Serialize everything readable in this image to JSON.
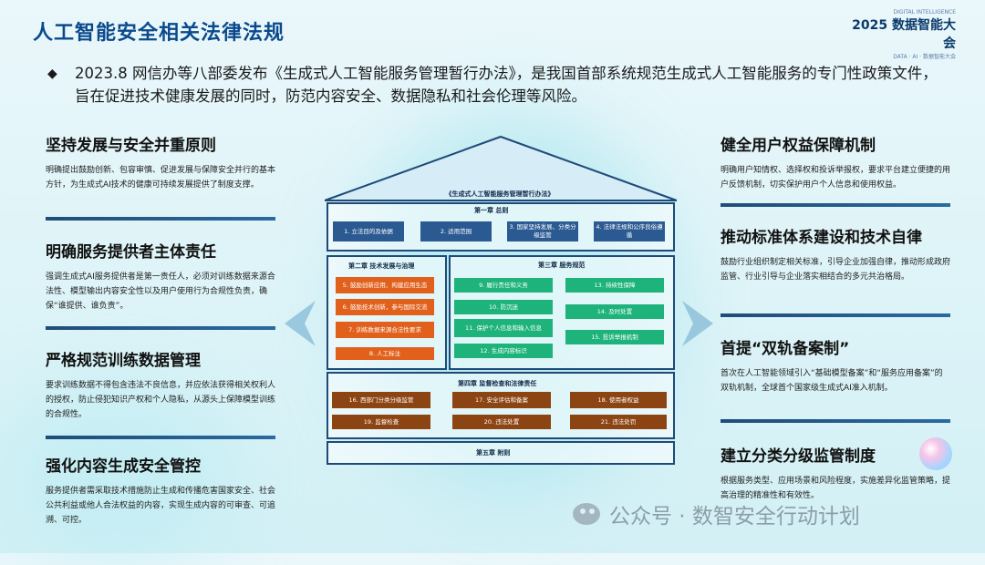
{
  "page": {
    "title": "人工智能安全相关法律法规"
  },
  "logo": {
    "top": "DIGITAL INTELLIGENCE",
    "main": "2025 数据智能大会",
    "sub": "DATA · AI · 数据智能大会"
  },
  "intro": {
    "bullet": "◆",
    "text": "2023.8 网信办等八部委发布《生成式人工智能服务管理暂行办法》，是我国首部系统规范生成式人工智能服务的专门性政策文件，旨在促进技术健康发展的同时，防范内容安全、数据隐私和社会伦理等风险。"
  },
  "left_items": [
    {
      "title": "坚持发展与安全并重原则",
      "desc": "明确提出鼓励创新、包容审慎、促进发展与保障安全并行的基本方针，为生成式AI技术的健康可持续发展提供了制度支撑。"
    },
    {
      "title": "明确服务提供者主体责任",
      "desc": "强调生成式AI服务提供者是第一责任人，必须对训练数据来源合法性、模型输出内容安全性以及用户使用行为合规性负责，确保“谁提供、谁负责”。"
    },
    {
      "title": "严格规范训练数据管理",
      "desc": "要求训练数据不得包含违法不良信息，并应依法获得相关权利人的授权，防止侵犯知识产权和个人隐私，从源头上保障模型训练的合规性。"
    },
    {
      "title": "强化内容生成安全管控",
      "desc": "服务提供者需采取技术措施防止生成和传播危害国家安全、社会公共利益或他人合法权益的内容，实现生成内容的可审查、可追溯、可控。"
    }
  ],
  "right_items": [
    {
      "title": "健全用户权益保障机制",
      "desc": "明确用户知情权、选择权和投诉举报权，要求平台建立便捷的用户反馈机制，切实保护用户个人信息和使用权益。"
    },
    {
      "title": "推动标准体系建设和技术自律",
      "desc": "鼓励行业组织制定相关标准，引导企业加强自律，推动形成政府监管、行业引导与企业落实相结合的多元共治格局。"
    },
    {
      "title": "首提“双轨备案制”",
      "desc": "首次在人工智能领域引入“基础模型备案”和“服务应用备案”的双轨机制，全球首个国家级生成式AI准入机制。"
    },
    {
      "title": "建立分类分级监管制度",
      "desc": "根据服务类型、应用场景和风险程度，实施差异化监管策略，提高治理的精准性和有效性。"
    }
  ],
  "diagram": {
    "roof_label": "《生成式人工智能服务管理暂行办法》",
    "ch1": {
      "title": "第一章  总则",
      "cells": [
        "1. 立法目的及依据",
        "2. 适用范围",
        "3. 国家坚持发展、分类分级监管",
        "4. 法律法规和公序良俗遵循"
      ]
    },
    "ch2": {
      "title": "第二章  技术发展与治理",
      "cells": [
        "5. 鼓励创新应用、构建应用生态",
        "6. 鼓励技术创新，参与国际交流",
        "7. 训练数据来源合法性要求",
        "8. 人工标注"
      ]
    },
    "ch3": {
      "title": "第三章  服务规范",
      "cells": [
        "9. 履行责任和义务",
        "10. 防沉迷",
        "11. 保护个人信息和输入信息",
        "12. 生成内容标识",
        "13. 持续性保障",
        "14. 及时处置",
        "15. 投诉举报机制"
      ]
    },
    "ch4": {
      "title": "第四章  监督检查和法律责任",
      "cells": [
        "16. 西部门分类分级监管",
        "17. 安全评估和备案",
        "18. 使用者权益",
        "19. 监督检查",
        "20. 违法处置",
        "21. 违法处罚"
      ]
    },
    "ch5": {
      "title": "第五章  附则"
    }
  },
  "watermark": {
    "text": "公众号 · 数智安全行动计划"
  },
  "colors": {
    "title": "#0a4a8c",
    "ch_blue": "#2b5a92",
    "orange": "#e1601c",
    "green": "#1db37a",
    "brown": "#8c4412"
  }
}
